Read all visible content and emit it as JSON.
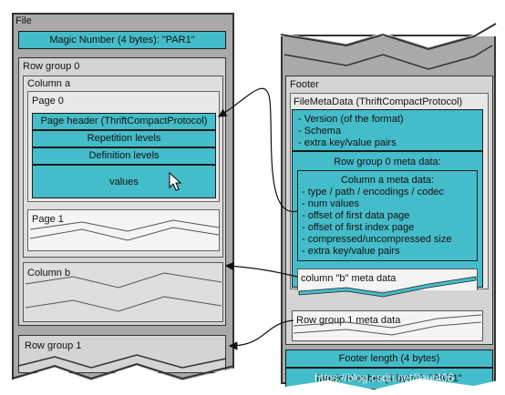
{
  "file": {
    "title": "File",
    "magic": "Magic Number (4 bytes): \"PAR1\"",
    "row_group_0": {
      "title": "Row group 0",
      "column_a": {
        "title": "Column a",
        "page_0": {
          "title": "Page 0",
          "rows": [
            "Page header (ThriftCompactProtocol)",
            "Repetition levels",
            "Definition levels",
            "values"
          ]
        },
        "page_1": "Page 1"
      },
      "column_b": "Column b"
    },
    "row_group_1": "Row group 1"
  },
  "footer": {
    "title": "Footer",
    "metadata_title": "FileMetaData (ThriftCompactProtocol)",
    "bullets": [
      "- Version (of the format)",
      "- Schema",
      "- extra key/value pairs"
    ],
    "row_group_0_meta": "Row group 0 meta data:",
    "column_a_meta": {
      "title": "Column a meta data:",
      "items": [
        "- type / path / encodings / codec",
        "- num values",
        "- offset of first data page",
        "- offset of first index page",
        "- compressed/uncompressed size",
        "- extra key/value pairs"
      ]
    },
    "column_b_meta": "column \"b\" meta data",
    "row_group_1_meta": "Row group 1 meta data",
    "footer_length": "Footer length (4 bytes)",
    "magic": "Magic Number (4 bytes): \"PAR1\""
  },
  "watermark": "https://blog.csdn.net/jiaut406"
}
